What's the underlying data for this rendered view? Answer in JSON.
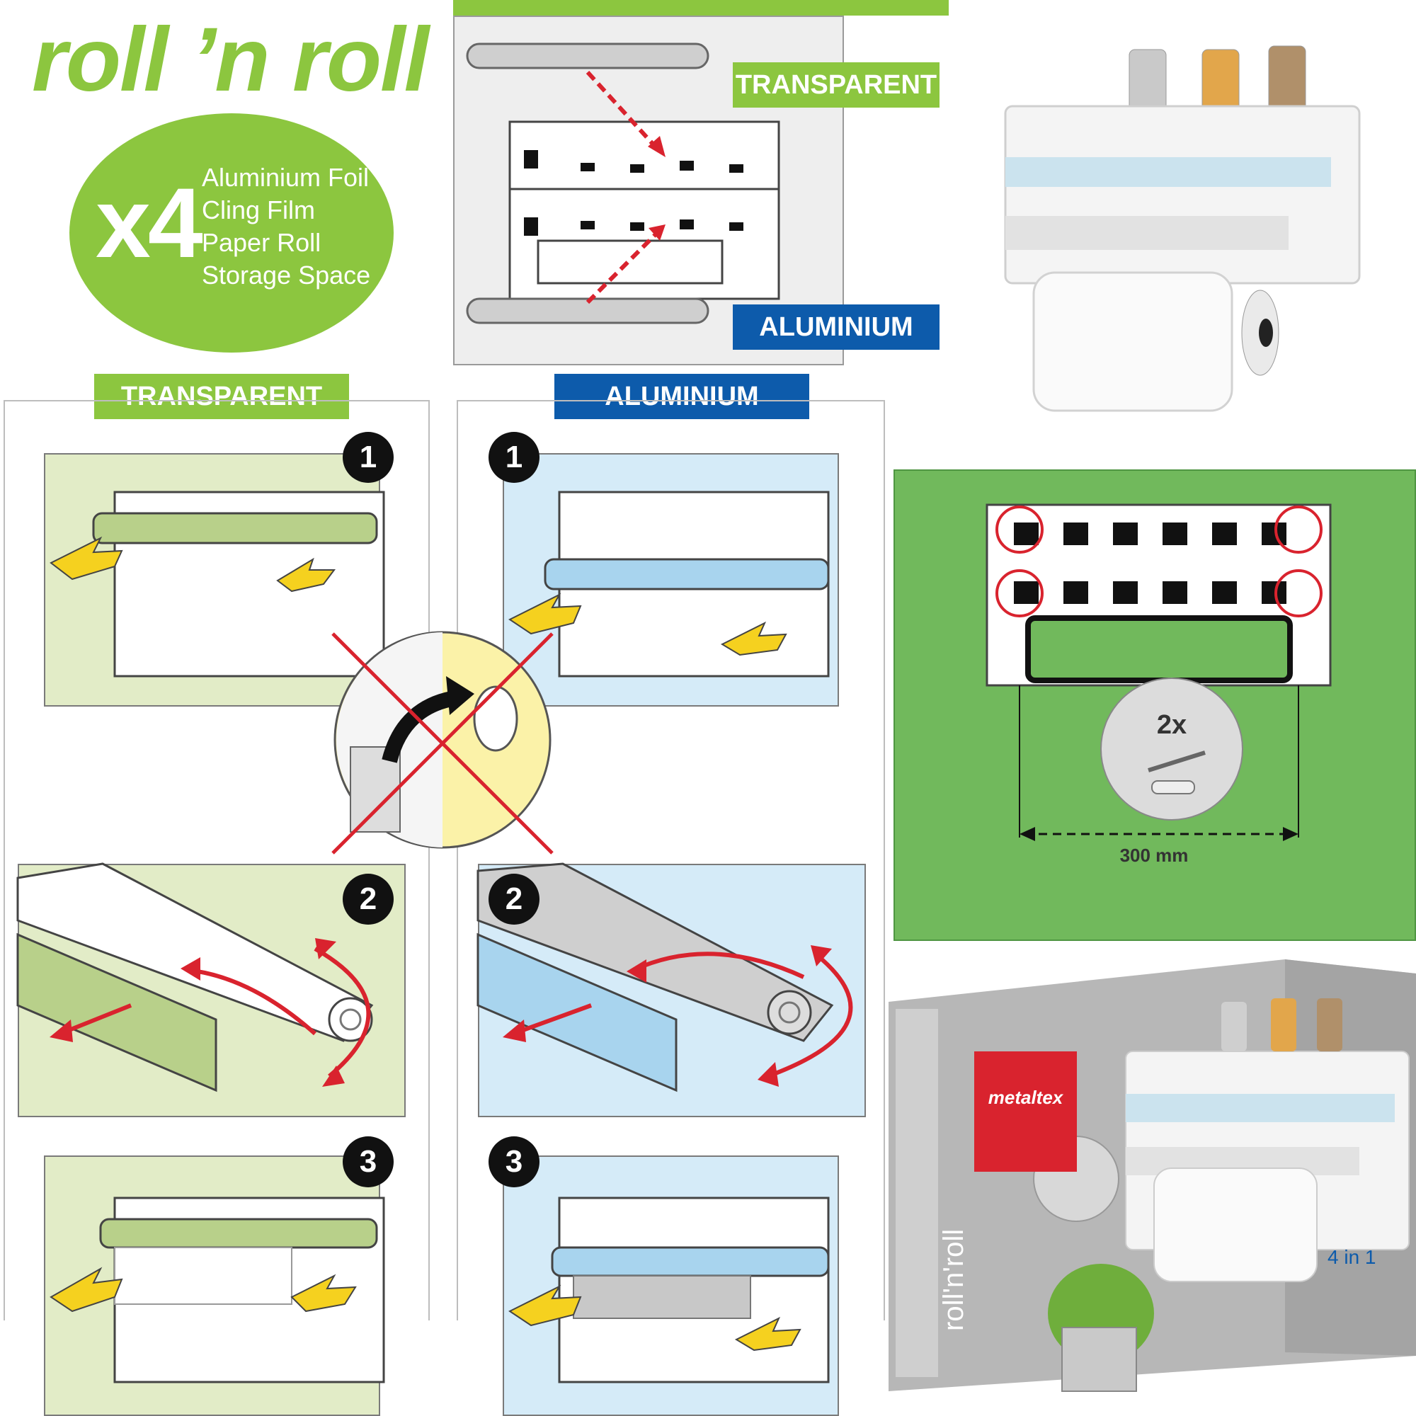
{
  "title": "roll ’n roll",
  "features": {
    "multiplier": "x4",
    "items": [
      "Aluminium Foil",
      "Cling Film",
      "Paper Roll",
      "Storage Space"
    ]
  },
  "labels": {
    "transparent": "TRANSPARENT",
    "aluminium": "ALUMINIUM"
  },
  "steps": [
    "1",
    "2",
    "3"
  ],
  "mounting": {
    "quantity": "2x",
    "distance": "300 mm"
  },
  "box": {
    "brand": "metaltex",
    "product_name": "roll'n'roll",
    "variant": "4 in 1"
  },
  "colors": {
    "green": "#8cc63f",
    "blue": "#0d5bab",
    "red": "#d9232e"
  }
}
